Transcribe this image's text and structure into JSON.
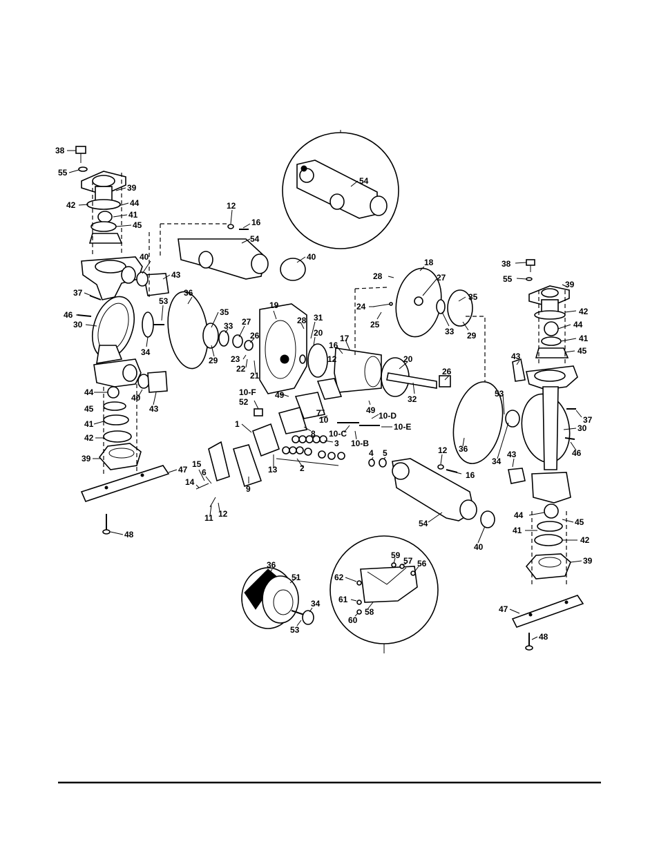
{
  "callouts": {
    "c38L": "38",
    "c55L": "55",
    "c39L": "39",
    "c42L": "42",
    "c44L": "44",
    "c41L": "41",
    "c45L": "45",
    "c40L": "40",
    "c43L": "43",
    "c37L": "37",
    "c46L": "46",
    "c30L": "30",
    "c53L": "53",
    "c34L": "34",
    "c36L": "36",
    "c35L": "35",
    "c29L": "29",
    "c33L": "33",
    "c27L": "27",
    "c26L": "26",
    "c23": "23",
    "c22": "22",
    "c21": "21",
    "c19": "19",
    "c28L": "28",
    "c31": "31",
    "c20L": "20",
    "c12T": "12",
    "c16T": "16",
    "c54T": "54",
    "c40T": "40",
    "c54I": "54",
    "c18": "18",
    "c28R": "28",
    "c27R": "27",
    "c24": "24",
    "c25": "25",
    "c35R": "35",
    "c33R": "33",
    "c29R": "29",
    "c16": "16",
    "c17": "17",
    "c12M": "12",
    "c20R": "20",
    "c26R": "26",
    "c32": "32",
    "c49A": "49",
    "c49B": "49",
    "c10F": "10-F",
    "c52": "52",
    "c7": "7",
    "c10": "10",
    "c10D": "10-D",
    "c10E": "10-E",
    "c10C": "10-C",
    "c10B": "10-B",
    "c8": "8",
    "c3": "3",
    "c1": "1",
    "c2": "2",
    "c13": "13",
    "c9": "9",
    "c6": "6",
    "c15": "15",
    "c14": "14",
    "c11": "11",
    "c12B": "12",
    "c4": "4",
    "c5": "5",
    "c12R": "12",
    "c16R": "16",
    "c54B": "54",
    "c40B": "40",
    "c36R": "36",
    "c53R": "53",
    "c34R": "34",
    "c43M": "43",
    "c38R": "38",
    "c55R": "55",
    "c39R": "39",
    "c42R": "42",
    "c44R": "44",
    "c41R": "41",
    "c45R": "45",
    "c43R": "43",
    "c37R": "37",
    "c30R": "30",
    "c46R": "46",
    "c44RB": "44",
    "c45RB": "45",
    "c41RB": "41",
    "c42RB": "42",
    "c39RB": "39",
    "c47R": "47",
    "c48R": "48",
    "c44LB": "44",
    "c45LB": "45",
    "c41LB": "41",
    "c42LB": "42",
    "c39LB": "39",
    "c40LB": "40",
    "c43LB": "43",
    "c47L": "47",
    "c48L": "48",
    "c36B": "36",
    "c51": "51",
    "c34B": "34",
    "c53B": "53",
    "c59": "59",
    "c57": "57",
    "c56": "56",
    "c62": "62",
    "c61": "61",
    "c60": "60",
    "c58": "58"
  }
}
